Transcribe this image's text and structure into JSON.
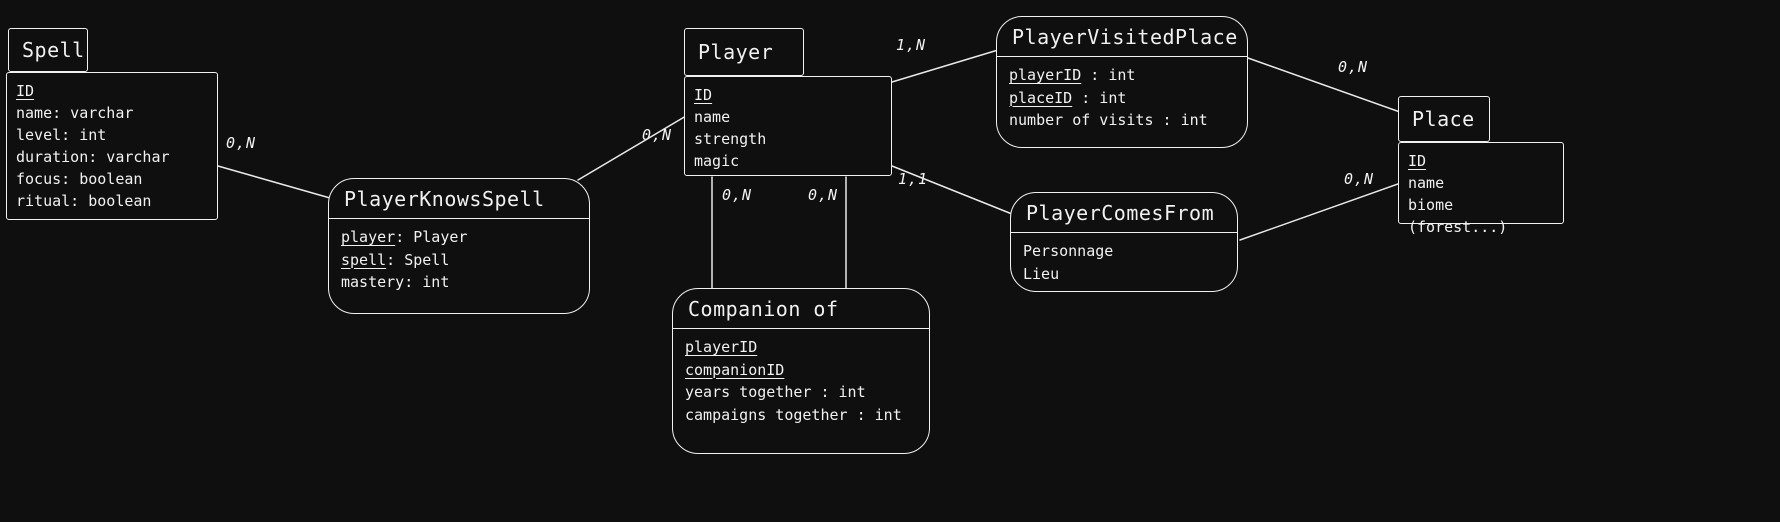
{
  "canvas": {
    "background": "#0f0f0f",
    "stroke": "#f1f1f1"
  },
  "entities": {
    "spell": {
      "title": "Spell",
      "attributes": [
        {
          "u": "ID",
          "rest": ""
        },
        {
          "u": "",
          "rest": "name: varchar"
        },
        {
          "u": "",
          "rest": "level: int"
        },
        {
          "u": "",
          "rest": "duration: varchar"
        },
        {
          "u": "",
          "rest": "focus: boolean"
        },
        {
          "u": "",
          "rest": "ritual: boolean"
        }
      ]
    },
    "player": {
      "title": "Player",
      "attributes": [
        {
          "u": "ID",
          "rest": ""
        },
        {
          "u": "",
          "rest": "name"
        },
        {
          "u": "",
          "rest": "strength"
        },
        {
          "u": "",
          "rest": "magic"
        }
      ]
    },
    "place": {
      "title": "Place",
      "attributes": [
        {
          "u": "ID",
          "rest": ""
        },
        {
          "u": "",
          "rest": "name"
        },
        {
          "u": "",
          "rest": "biome (forest...)"
        }
      ]
    }
  },
  "relations": {
    "playerKnowsSpell": {
      "title": "PlayerKnowsSpell",
      "attributes": [
        {
          "u": "player",
          "rest": ": Player"
        },
        {
          "u": "spell",
          "rest": ": Spell"
        },
        {
          "u": "",
          "rest": "mastery: int"
        }
      ]
    },
    "playerVisitedPlace": {
      "title": "PlayerVisitedPlace",
      "attributes": [
        {
          "u": "playerID",
          "rest": " : int"
        },
        {
          "u": "placeID",
          "rest": " : int"
        },
        {
          "u": "",
          "rest": "number of visits : int"
        }
      ]
    },
    "playerComesFrom": {
      "title": "PlayerComesFrom",
      "attributes": [
        {
          "u": "",
          "rest": "Personnage"
        },
        {
          "u": "",
          "rest": "Lieu"
        }
      ]
    },
    "companionOf": {
      "title": "Companion of",
      "attributes": [
        {
          "u": "playerID",
          "rest": ""
        },
        {
          "u": "companionID",
          "rest": ""
        },
        {
          "u": "",
          "rest": "years together : int"
        },
        {
          "u": "",
          "rest": "campaigns together : int"
        }
      ]
    }
  },
  "cardinalities": {
    "spell_pks": "0,N",
    "pks_player": "0,N",
    "player_pvp": "1,N",
    "pvp_place": "0,N",
    "player_pcf": "1,1",
    "pcf_place": "0,N",
    "player_companion_left": "0,N",
    "player_companion_right": "0,N"
  }
}
